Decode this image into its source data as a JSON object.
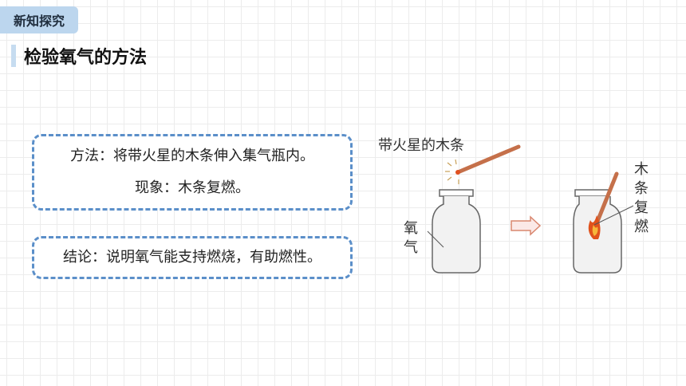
{
  "badge": "新知探究",
  "title": "检验氧气的方法",
  "box1": {
    "method": "方法：将带火星的木条伸入集气瓶内。",
    "phenomenon": "现象：木条复燃。"
  },
  "box2": {
    "conclusion": "结论：说明氧气能支持燃烧，有助燃性。"
  },
  "figure": {
    "stick_label": "带火星的木条",
    "gas_label_1": "氧",
    "gas_label_2": "气",
    "relight_1": "木",
    "relight_2": "条",
    "relight_3": "复",
    "relight_4": "燃"
  }
}
